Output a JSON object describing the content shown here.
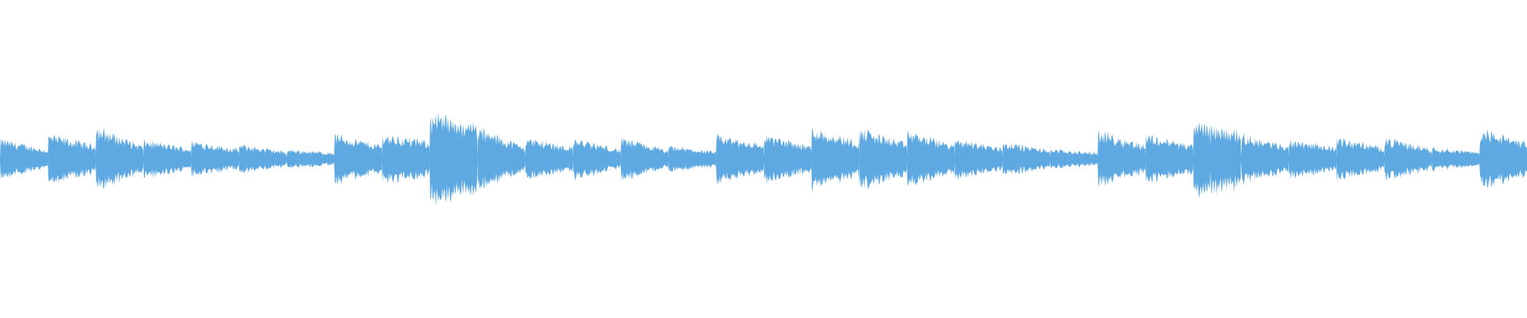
{
  "waveform": {
    "color": "#5ea9e2",
    "background": "#ffffff",
    "segments": [
      {
        "amp": 0.58,
        "decay": 0.55,
        "tex": "dense"
      },
      {
        "amp": 0.72,
        "decay": 0.45,
        "tex": "dense"
      },
      {
        "amp": 0.95,
        "decay": 0.6,
        "tex": "dense"
      },
      {
        "amp": 0.55,
        "decay": 0.45,
        "tex": "dense"
      },
      {
        "amp": 0.55,
        "decay": 0.5,
        "tex": "dense"
      },
      {
        "amp": 0.42,
        "decay": 0.5,
        "tex": "dense"
      },
      {
        "amp": 0.28,
        "decay": 0.35,
        "tex": "dense"
      },
      {
        "amp": 0.72,
        "decay": 0.45,
        "tex": "dense"
      },
      {
        "amp": 0.72,
        "decay": 0.3,
        "tex": "dense"
      },
      {
        "amp": 1.2,
        "decay": 0.25,
        "tex": "spiky"
      },
      {
        "amp": 0.9,
        "decay": 0.6,
        "tex": "dense"
      },
      {
        "amp": 0.62,
        "decay": 0.45,
        "tex": "dense"
      },
      {
        "amp": 0.6,
        "decay": 0.55,
        "tex": "dense"
      },
      {
        "amp": 0.62,
        "decay": 0.6,
        "tex": "dense"
      },
      {
        "amp": 0.38,
        "decay": 0.45,
        "tex": "dense"
      },
      {
        "amp": 0.7,
        "decay": 0.4,
        "tex": "dense"
      },
      {
        "amp": 0.7,
        "decay": 0.45,
        "tex": "dense"
      },
      {
        "amp": 0.92,
        "decay": 0.45,
        "tex": "dense"
      },
      {
        "amp": 0.9,
        "decay": 0.5,
        "tex": "dense"
      },
      {
        "amp": 0.82,
        "decay": 0.5,
        "tex": "dense"
      },
      {
        "amp": 0.6,
        "decay": 0.45,
        "tex": "dense"
      },
      {
        "amp": 0.5,
        "decay": 0.5,
        "tex": "dense"
      },
      {
        "amp": 0.28,
        "decay": 0.35,
        "tex": "dense"
      },
      {
        "amp": 0.82,
        "decay": 0.5,
        "tex": "dense"
      },
      {
        "amp": 0.72,
        "decay": 0.45,
        "tex": "dense"
      },
      {
        "amp": 0.95,
        "decay": 0.25,
        "tex": "spiky"
      },
      {
        "amp": 0.72,
        "decay": 0.5,
        "tex": "dense"
      },
      {
        "amp": 0.6,
        "decay": 0.45,
        "tex": "dense"
      },
      {
        "amp": 0.62,
        "decay": 0.45,
        "tex": "dense"
      },
      {
        "amp": 0.62,
        "decay": 0.5,
        "tex": "dense"
      },
      {
        "amp": 0.35,
        "decay": 0.45,
        "tex": "dense"
      },
      {
        "amp": 0.88,
        "decay": 0.45,
        "tex": "dense"
      }
    ]
  }
}
